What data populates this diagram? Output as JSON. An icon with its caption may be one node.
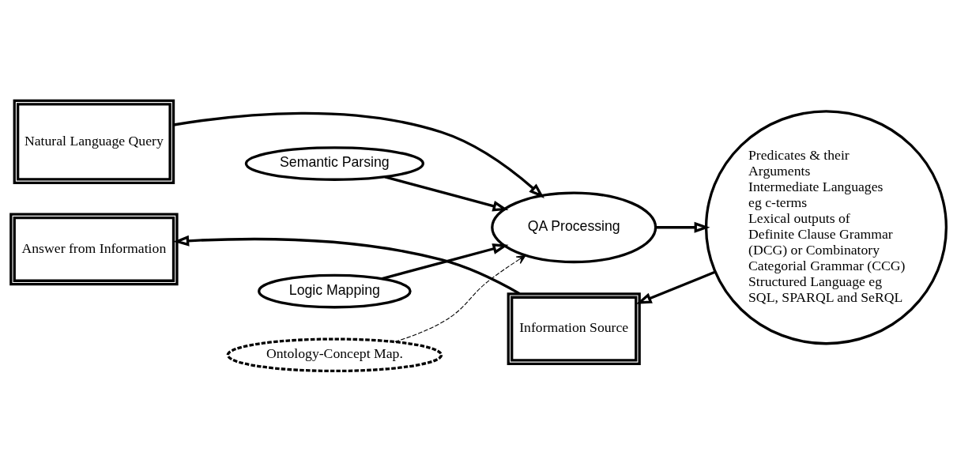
{
  "diagram": {
    "nodes": [
      {
        "text": [
          "Natural Language Query"
        ]
      },
      {
        "text": [
          "QA Processing"
        ]
      },
      {
        "text": [
          "Semantic Parsing"
        ]
      },
      {
        "text": [
          "Logic Mapping"
        ]
      },
      {
        "text": [
          "Ontology-Concept Map."
        ]
      },
      {
        "text": [
          "Predicates & their Arguments",
          "Intermediate Languages eg c-terms",
          "Lexical outputs of Definite Clause Grammar (DCG) or Combinatory Categorial Grammar (CCG)",
          "Structured Language eg SQL, SPARQL and SeRQL"
        ]
      },
      {
        "text": [
          "Information Source"
        ]
      },
      {
        "text": [
          "Answer from Information"
        ]
      }
    ],
    "edges": [
      {
        "from": 0,
        "to": 1,
        "arrow": "to"
      },
      {
        "from": 2,
        "to": 1,
        "arrow": "to"
      },
      {
        "from": 4,
        "to": 1,
        "arrow": "to",
        "style": "dashed"
      },
      {
        "from": 3,
        "to": 1,
        "arrow": "to"
      },
      {
        "from": 1,
        "to": 5,
        "arrow": "to"
      },
      {
        "from": 5,
        "to": 6,
        "arrow": "to"
      },
      {
        "from": 6,
        "to": 7,
        "arrow": "to"
      }
    ]
  }
}
